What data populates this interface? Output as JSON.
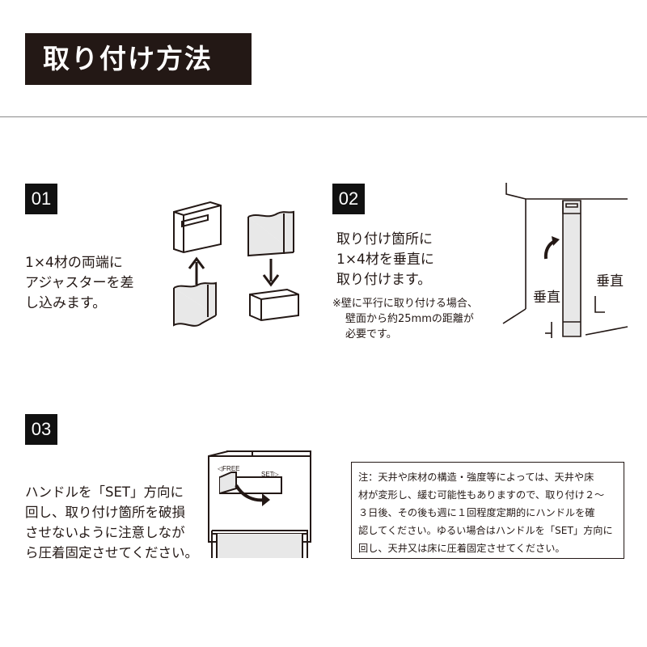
{
  "title": "取り付け方法",
  "steps": [
    {
      "number": "01",
      "lines": [
        "1×4材の両端に",
        "アジャスターを差",
        "し込みます。"
      ]
    },
    {
      "number": "02",
      "lines": [
        "取り付け箇所に",
        "1×4材を垂直に",
        "取り付けます。"
      ],
      "note_lines": [
        "※壁に平行に取り付ける場合、",
        "壁面から約25mmの距離が",
        "必要です。"
      ],
      "labels": {
        "vertical_left": "垂直",
        "vertical_right": "垂直"
      }
    },
    {
      "number": "03",
      "lines": [
        "ハンドルを「SET」方向に",
        "回し、取り付け箇所を破損",
        "させないように注意しなが",
        "ら圧着固定させてください。"
      ],
      "handle_labels": {
        "free": "◁FREE",
        "set": "SET▷"
      }
    }
  ],
  "notice": {
    "lines": [
      "注：天井や床材の構造・強度等によっては、天井や床",
      "材が変形し、緩む可能性もありますので、取り付け２～",
      "３日後、その後も週に１回程度定期的にハンドルを確",
      "認してください。ゆるい場合はハンドルを「SET」方向に",
      "回し、天井又は床に圧着固定させてください。"
    ]
  },
  "colors": {
    "ink": "#231815",
    "panel_gray": "#e8e8e8",
    "background": "#ffffff"
  }
}
